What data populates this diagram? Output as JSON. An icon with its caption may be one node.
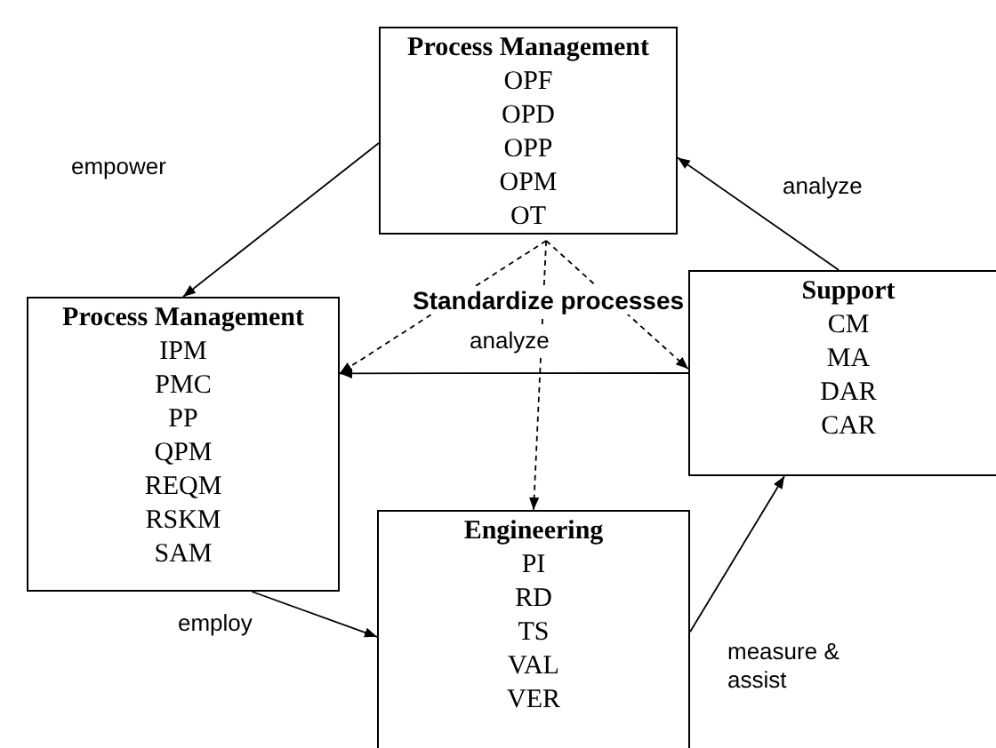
{
  "diagram": {
    "nodes": [
      {
        "text": [
          "Process Management",
          "OPF",
          "OPD",
          "OPP",
          "OPM",
          "OT"
        ]
      },
      {
        "text": [
          "Process Management",
          "IPM",
          "PMC",
          "PP",
          "QPM",
          "REQM",
          "RSKM",
          "SAM"
        ]
      },
      {
        "text": [
          "Support",
          "CM",
          "MA",
          "DAR",
          "CAR"
        ]
      },
      {
        "text": [
          "Engineering",
          "PI",
          "RD",
          "TS",
          "VAL",
          "VER"
        ]
      }
    ],
    "edges": [
      {
        "from": 0,
        "to": 1,
        "arrow": "to",
        "label": "empower"
      },
      {
        "from": 2,
        "to": 0,
        "arrow": "to",
        "label": "analyze"
      },
      {
        "from": 0,
        "to": 1,
        "arrow": "to",
        "style": "dashed"
      },
      {
        "from": 0,
        "to": 2,
        "arrow": "to",
        "style": "dashed"
      },
      {
        "from": 0,
        "to": 3,
        "arrow": "to",
        "style": "dashed",
        "label": "Standardize processes"
      },
      {
        "from": 2,
        "to": 1,
        "arrow": "to",
        "label": "analyze"
      },
      {
        "from": 1,
        "to": 3,
        "arrow": "to",
        "label": "employ"
      },
      {
        "from": 3,
        "to": 2,
        "arrow": "to",
        "label": "measure & assist"
      }
    ]
  }
}
